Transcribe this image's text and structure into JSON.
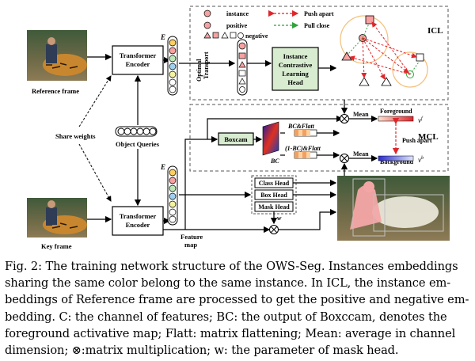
{
  "figure": {
    "labels": {
      "reference_frame": "Reference frame",
      "key_frame": "Key frame",
      "transformer_encoder": [
        "Transformer",
        "Encoder"
      ],
      "share_weights": "Share weights",
      "object_queries": "Object Queries",
      "e": "E",
      "optimal_transport": [
        "Optimal",
        "Transport"
      ],
      "instance_head": [
        "Instance",
        "Contrastive",
        "Learning",
        "Head"
      ],
      "legend_instance": "instance",
      "legend_positive": "positive",
      "legend_negative": "negative",
      "legend_push": "Push apart",
      "legend_pull": "Pull close",
      "icl": "ICL",
      "mcl": "MCL",
      "boxcam": "Boxcam",
      "bc": "BC",
      "bc_flatt": "BC&Flatt",
      "one_minus_bc_flatt": "(1-BC)&Flatt",
      "mean": "Mean",
      "foreground": "Foreground",
      "background": "Background",
      "push_apart": "Push apart",
      "v_f": "v",
      "v_f_sup": "f",
      "v_b": "v",
      "v_b_sup": "b",
      "class_head": "Class Head",
      "box_head": "Box Head",
      "mask_head": "Mask Head",
      "w": "w",
      "feature_map": [
        "Feature",
        "map"
      ]
    },
    "colors": {
      "red": "#e0262b",
      "green": "#2ea43a",
      "pink": "#f4a6a6",
      "dashed_box": "#555555"
    }
  },
  "caption": {
    "lines": [
      "Fig. 2: The training network structure of the OWS-Seg. Instances embeddings",
      "sharing the same color belong to the same instance. In ICL, the instance em-",
      "beddings of Reference frame are processed to get the positive and negative em-",
      "bedding. C: the channel of features; BC: the output of Boxccam, denotes the",
      "foreground activative map; Flatt: matrix flattening; Mean: average in channel",
      "dimension; ⊗:matrix multiplication; w: the parameter of mask head."
    ]
  }
}
